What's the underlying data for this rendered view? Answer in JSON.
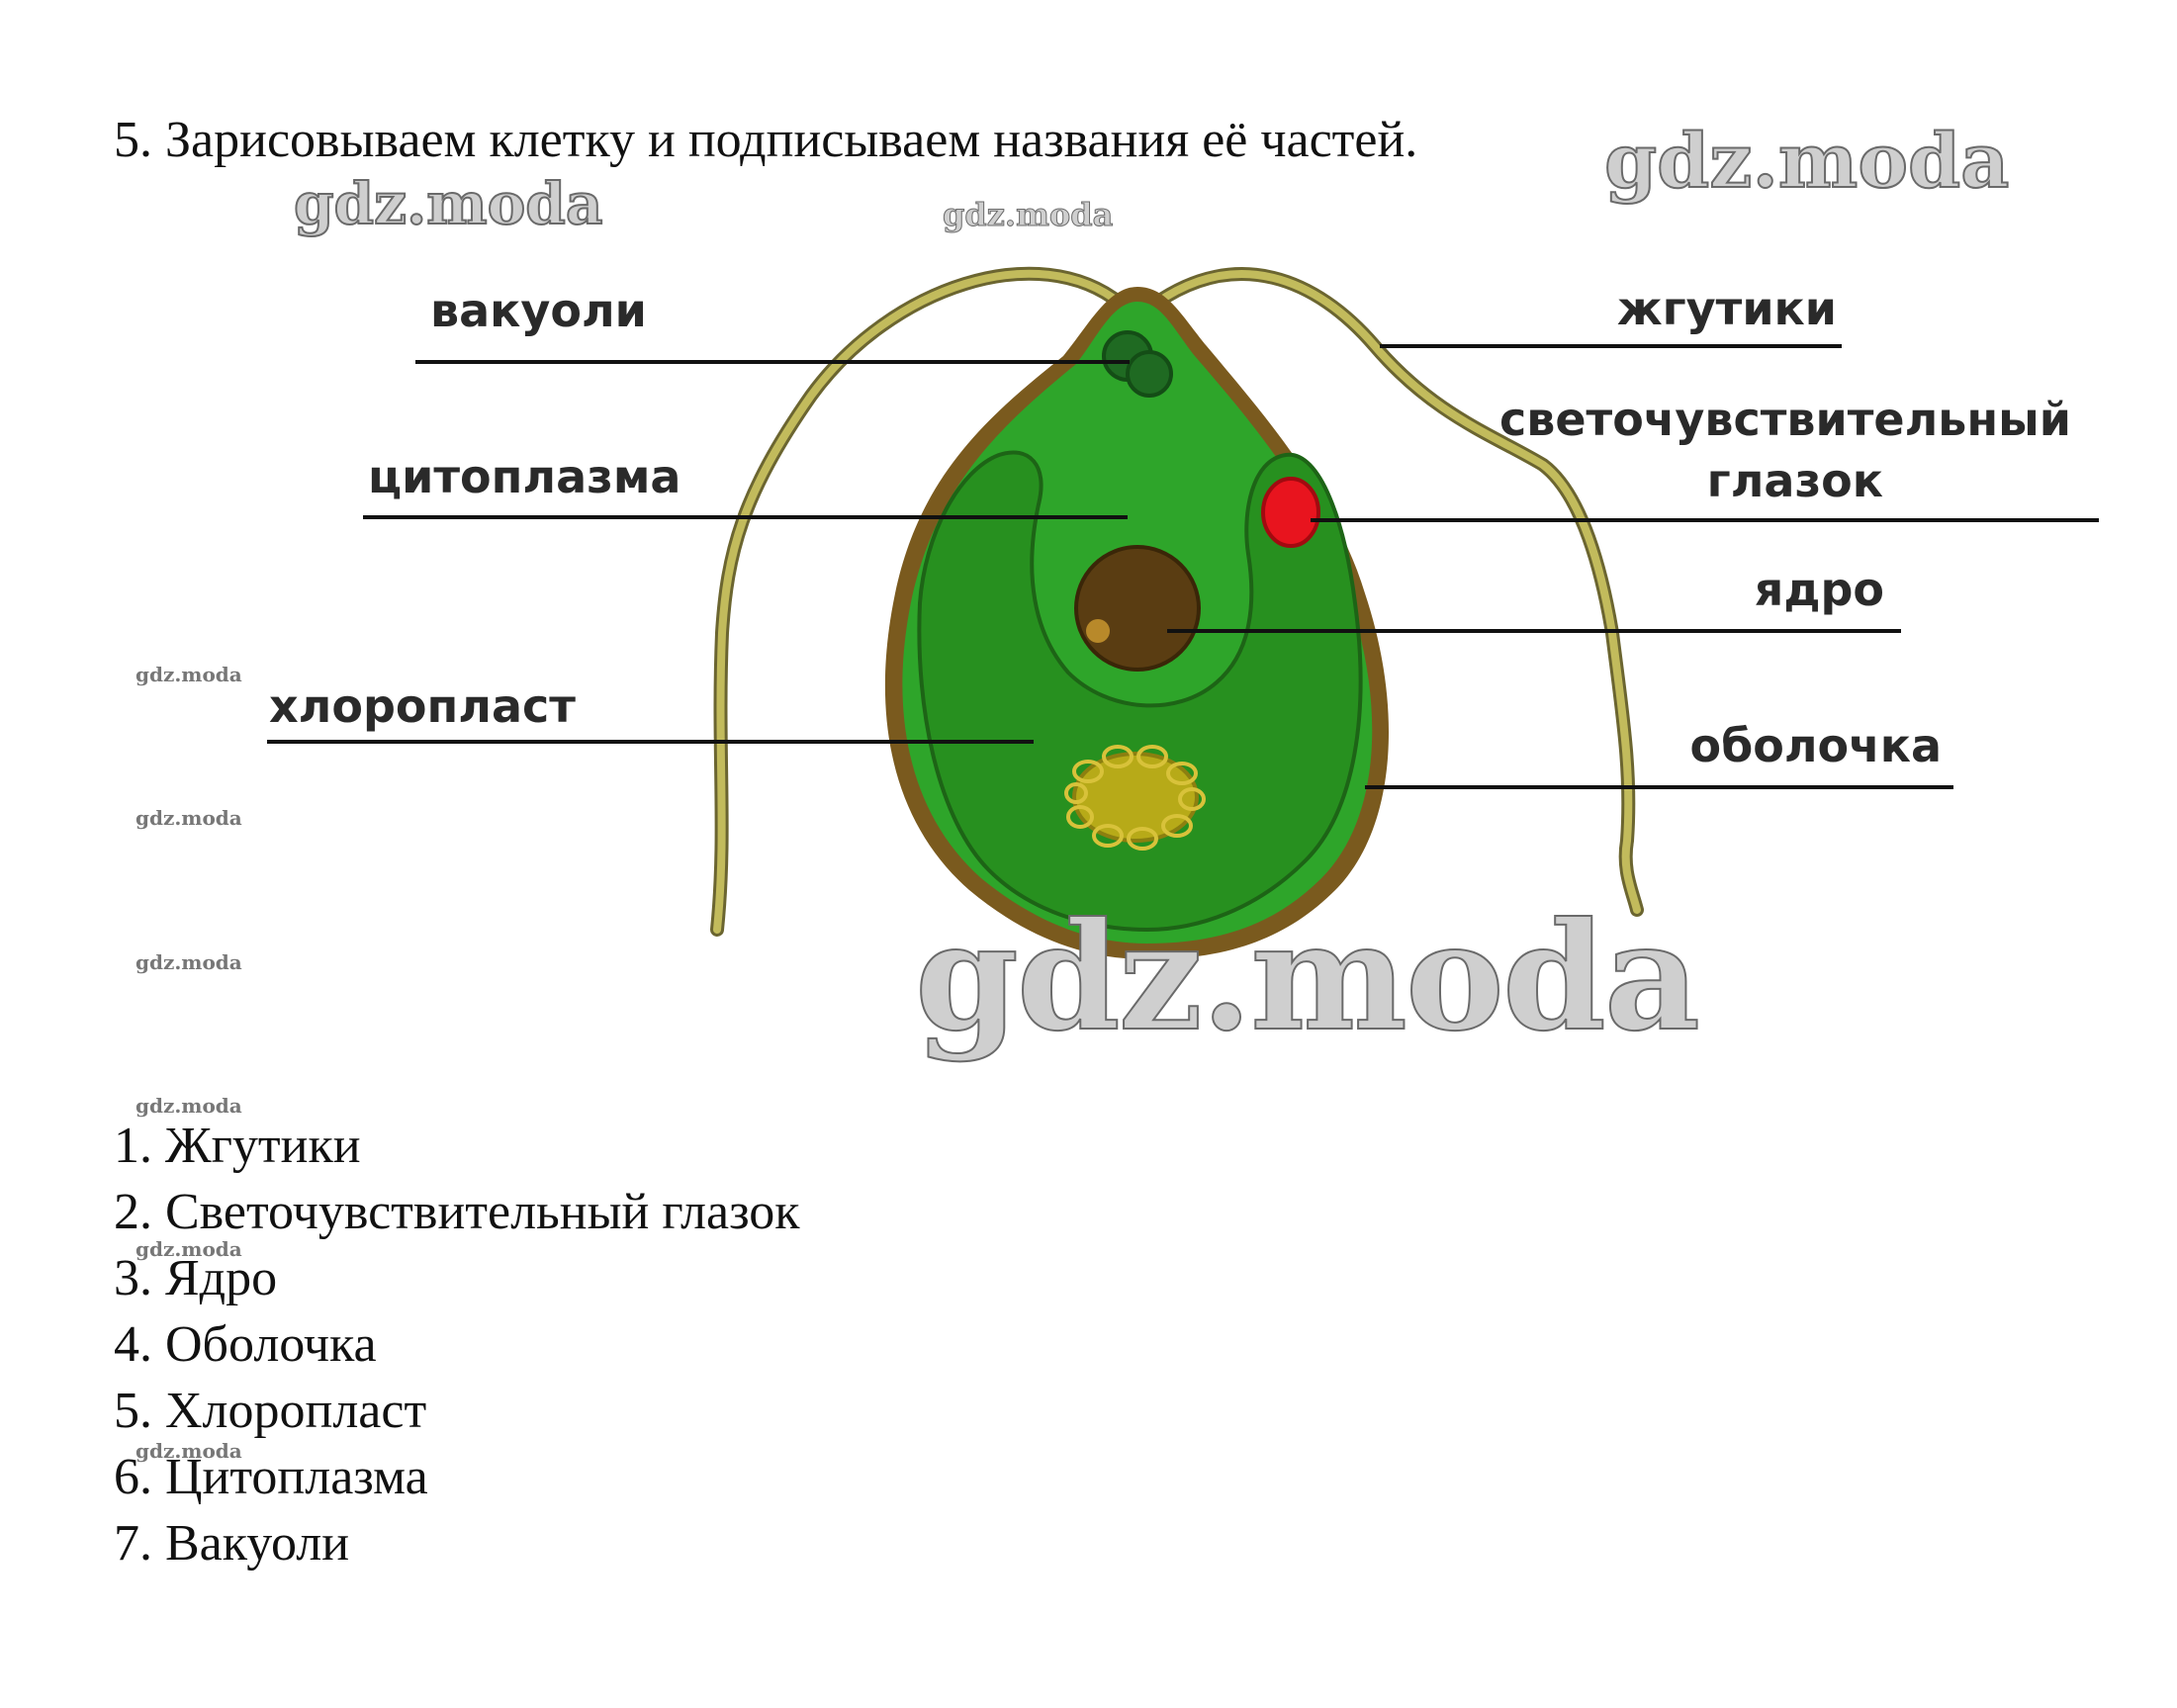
{
  "heading": "5. Зарисовываем клетку и подписываем названия её частей.",
  "watermark": "gdz.moda",
  "diagram": {
    "labels": {
      "vacuoles": "вакуоли",
      "cytoplasm": "цитоплазма",
      "chloroplast": "хлоропласт",
      "flagella": "жгутики",
      "eyespot_line1": "светочувствительный",
      "eyespot_line2": "глазок",
      "nucleus": "ядро",
      "membrane": "оболочка"
    },
    "colors": {
      "cell_outer": "#7a5a1e",
      "cell_body": "#2ea52a",
      "chloroplast": "#27901f",
      "eyespot": "#e8141e",
      "nucleus": "#5a3d12",
      "nucleolus": "#b8892a",
      "pyrenoid": "#b7aa18",
      "flagellum": "#b9b25a"
    }
  },
  "answers": [
    "1. Жгутики",
    "2. Светочувствительный глазок",
    "3. Ядро",
    "4. Оболочка",
    "5. Хлоропласт",
    "6. Цитоплазма",
    "7. Вакуоли"
  ]
}
